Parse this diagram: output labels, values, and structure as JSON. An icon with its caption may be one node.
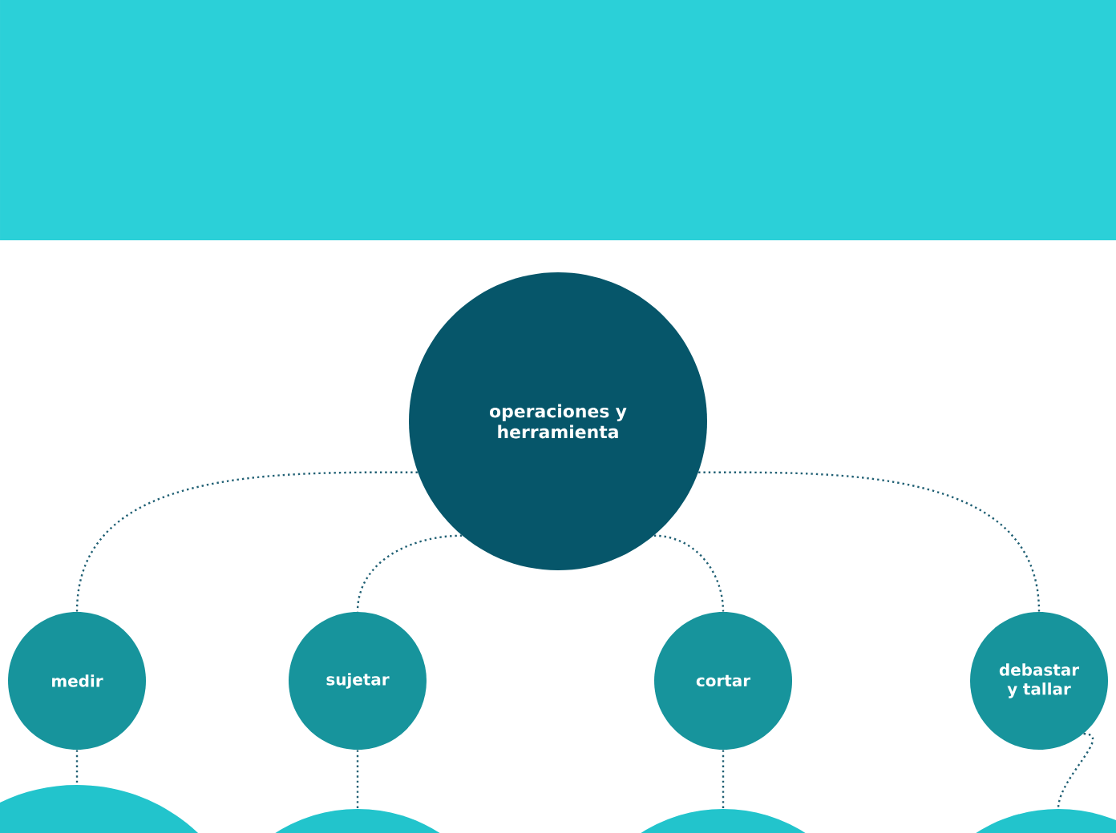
{
  "diagram": {
    "nodes": [
      {
        "text": [
          "operaciones y herramienta"
        ]
      },
      {
        "text": [
          "medir"
        ]
      },
      {
        "text": [
          "sujetar"
        ]
      },
      {
        "text": [
          "cortar"
        ]
      },
      {
        "text": [
          "debastar y tallar"
        ]
      },
      {
        "text": [],
        "shape": "circle"
      },
      {
        "text": [],
        "shape": "circle"
      },
      {
        "text": [],
        "shape": "circle"
      },
      {
        "text": [],
        "shape": "circle"
      }
    ],
    "edges": [
      {
        "from": 0,
        "to": 1,
        "arrow": "none"
      },
      {
        "from": 0,
        "to": 2,
        "arrow": "none"
      },
      {
        "from": 0,
        "to": 3,
        "arrow": "none"
      },
      {
        "from": 0,
        "to": 4,
        "arrow": "none"
      },
      {
        "from": 1,
        "to": 5,
        "arrow": "none"
      },
      {
        "from": 2,
        "to": 6,
        "arrow": "none"
      },
      {
        "from": 3,
        "to": 7,
        "arrow": "none"
      },
      {
        "from": 4,
        "to": 8,
        "arrow": "none"
      }
    ]
  }
}
